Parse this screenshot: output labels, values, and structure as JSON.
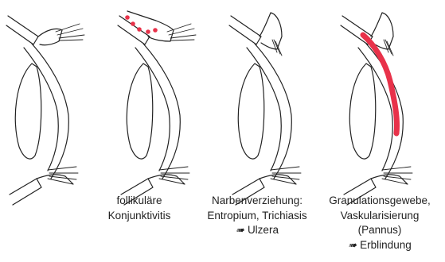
{
  "panels": [
    {
      "lines": []
    },
    {
      "lines": [
        "follikuläre",
        "Konjunktivitis"
      ]
    },
    {
      "lines": [
        "Narbenverziehung:",
        "Entropium, Trichiasis"
      ],
      "arrow_line": "Ulzera"
    },
    {
      "lines": [
        "Granulationsgewebe,",
        "Vaskularisierung",
        "(Pannus)"
      ],
      "arrow_line": "Erblindung"
    }
  ],
  "colors": {
    "ink": "#222222",
    "lesion": "#e8324a"
  }
}
